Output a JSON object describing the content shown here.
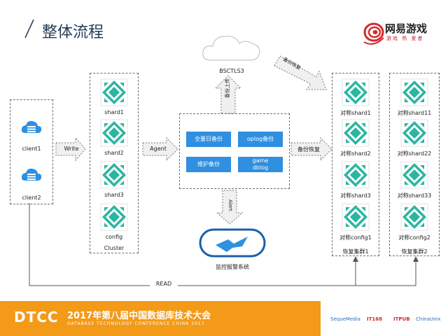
{
  "header": {
    "title": "整体流程",
    "logo_name": "网易游戏",
    "logo_sub": "游戏 热 爱者"
  },
  "diagram": {
    "clients": [
      "client1",
      "client2"
    ],
    "write_label": "Write",
    "cluster": {
      "items": [
        "shard1",
        "shard2",
        "shard3",
        "config"
      ],
      "label": "Cluster"
    },
    "agent_label": "Agent",
    "center_buttons": [
      "全量日备份",
      "oplog备份",
      "维护备份",
      "game\ndblog"
    ],
    "upload_label": "备份上传",
    "storage_label": "BSCTLS3",
    "alert_label": "Alert",
    "monitor_label": "监控报警系统",
    "backup_restore_top": "备份恢复",
    "backup_restore_mid": "备份恢复",
    "restore1": {
      "items": [
        "对称shard1",
        "对称shard2",
        "对称shard3",
        "对称config1"
      ],
      "label": "恢复集群1"
    },
    "restore2": {
      "items": [
        "对称shard11",
        "对称shard22",
        "对称shard33",
        "对称config2"
      ],
      "label": "恢复集群2"
    },
    "read_label": "READ",
    "colors": {
      "accent": "#2f8fe0",
      "node_green": "#2bb6a0",
      "arrow_fill": "#f0f0f0",
      "line": "#555555"
    }
  },
  "footer": {
    "brand": "DTCC",
    "event_title": "2017年第八届中国数据库技术大会",
    "event_sub": "DATABASE  TECHNOLOGY  CONFERENCE  CHINA  2017",
    "sponsors": [
      "SequeMedia",
      "IT168",
      "ITPUB",
      "ChinaUnix"
    ]
  }
}
